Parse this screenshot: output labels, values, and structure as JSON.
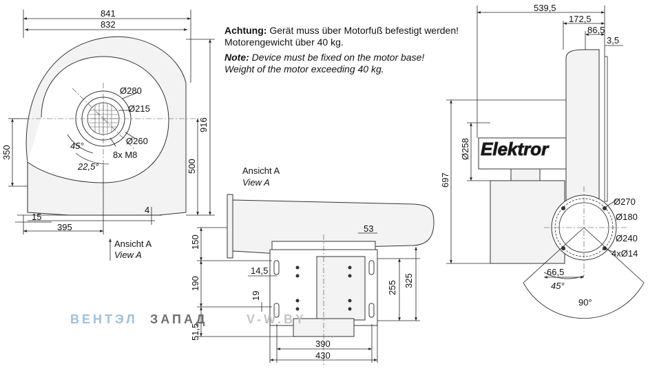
{
  "notes": {
    "de_bold": "Achtung:",
    "de_rest": " Gerät muss über Motorfuß befestigt werden!",
    "de_line2": "Motorengewicht über 40 kg.",
    "en_bold": "Note:",
    "en_rest": " Device must be fixed on the motor base!",
    "en_line2": "Weight of the motor exceeding 40 kg."
  },
  "view_label": {
    "de": "Ansicht A",
    "en": "View A"
  },
  "brand": "Elektror",
  "watermark": {
    "left_light": "ВЕНТЭЛ",
    "left_dark": "ЗАПАД",
    "right": "V-W.BY"
  },
  "front_view": {
    "d841": "841",
    "d832": "832",
    "d916": "916",
    "d500": "500",
    "d350": "350",
    "d395": "395",
    "d15": "15",
    "d4": "4",
    "d280": "Ø280",
    "d215": "Ø215",
    "d260": "Ø260",
    "a45": "45°",
    "a22": "22,5°",
    "bolts": "8x M8"
  },
  "bottom_view": {
    "d150": "150",
    "d190": "190",
    "d51": "51,5",
    "d145": "14,5",
    "d19": "19",
    "d53": "53",
    "d255": "255",
    "d325": "325",
    "d390": "390",
    "d430": "430"
  },
  "side_view": {
    "d539": "539,5",
    "d172": "172,5",
    "d86": "86,5",
    "d35": "3,5",
    "d697": "697",
    "d258": "Ø258",
    "d270": "Ø270",
    "d180": "Ø180",
    "d240": "Ø240",
    "d4x14": "4xØ14",
    "d66": "66,5",
    "a45": "45°",
    "a90": "90°"
  },
  "colors": {
    "line": "#222222",
    "body": "#f3f3f3",
    "watermark_light": "#8fb7d6",
    "watermark_dark": "#555555"
  }
}
